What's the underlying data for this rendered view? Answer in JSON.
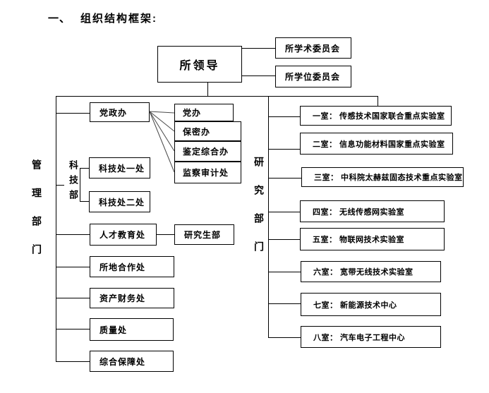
{
  "page": {
    "title_num": "一、",
    "title_text": "组织结构框架:"
  },
  "org": {
    "root": "所领导",
    "academic_committee": "所学术委员会",
    "degree_committee": "所学位委员会",
    "management_label": "管理部门",
    "research_label": "研究部门",
    "science_tech_dept_label": "科技部",
    "party_gov_office": "党政办",
    "party_office": "党办",
    "confidentiality_office": "保密办",
    "appraisal_general_office": "鉴定综合办",
    "supervision_audit_office": "监察审计处",
    "sci_tech_div_1": "科技处一处",
    "sci_tech_div_2": "科技处二处",
    "talent_education_office": "人才教育处",
    "graduate_dept": "研究生部",
    "institute_local_cooperation_office": "所地合作处",
    "asset_finance_office": "资产财务处",
    "quality_office": "质量处",
    "general_support_office": "综合保障处",
    "rooms": [
      "一室： 传感技术国家联合重点实验室",
      "二室： 信息功能材料国家重点实验室",
      "三室： 中科院太赫兹固态技术重点实验室",
      "四室： 无线传感网实验室",
      "五室： 物联网技术实验室",
      "六室： 宽带无线技术实验室",
      "七室： 新能源技术中心",
      "八室： 汽车电子工程中心"
    ]
  }
}
